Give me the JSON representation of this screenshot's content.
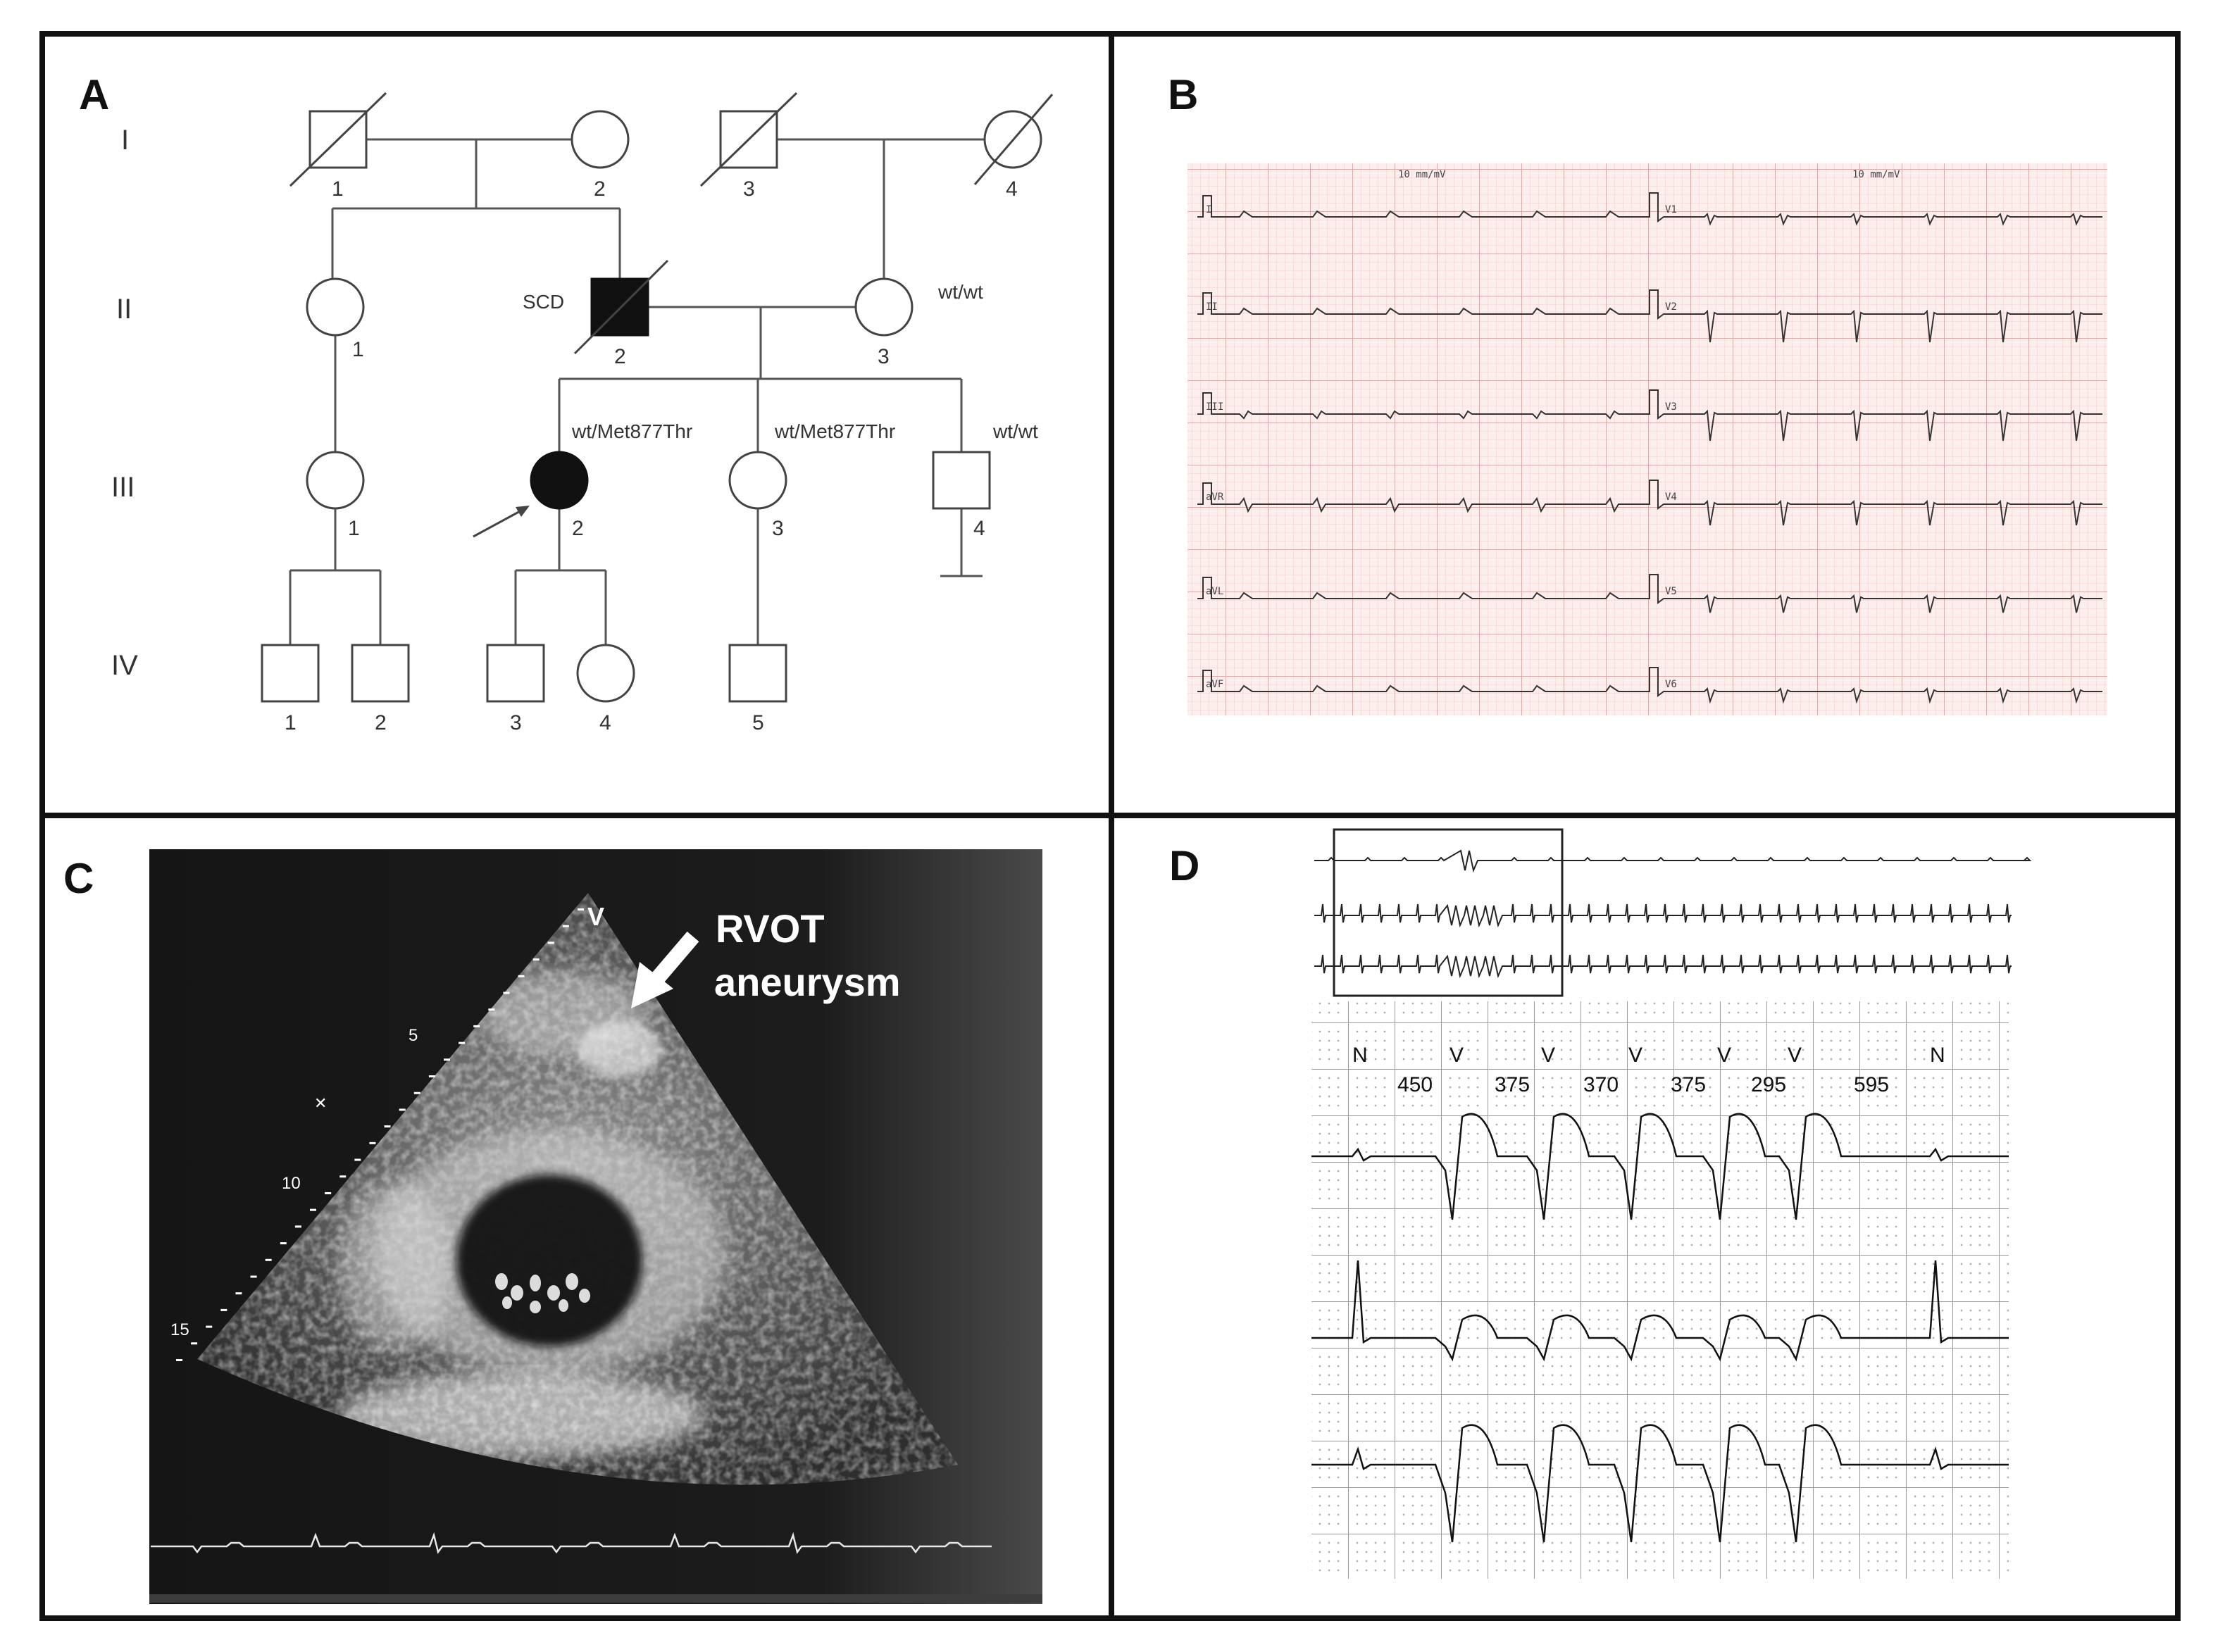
{
  "panels": {
    "a": "A",
    "b": "B",
    "c": "C",
    "d": "D"
  },
  "pedigree": {
    "generations": [
      "I",
      "II",
      "III",
      "IV"
    ],
    "individuals": [
      {
        "id": "I-1",
        "sex": "male",
        "deceased": true,
        "affected": false,
        "number": "1"
      },
      {
        "id": "I-2",
        "sex": "female",
        "deceased": false,
        "affected": false,
        "number": "2"
      },
      {
        "id": "I-3",
        "sex": "male",
        "deceased": true,
        "affected": false,
        "number": "3"
      },
      {
        "id": "I-4",
        "sex": "female",
        "deceased": true,
        "affected": false,
        "number": "4"
      },
      {
        "id": "II-1",
        "sex": "female",
        "deceased": false,
        "affected": false,
        "number": "1"
      },
      {
        "id": "II-2",
        "sex": "male",
        "deceased": true,
        "affected": true,
        "number": "2",
        "label": "SCD"
      },
      {
        "id": "II-3",
        "sex": "female",
        "deceased": false,
        "affected": false,
        "number": "3",
        "genotype": "wt/wt"
      },
      {
        "id": "III-1",
        "sex": "female",
        "deceased": false,
        "affected": false,
        "number": "1"
      },
      {
        "id": "III-2",
        "sex": "female",
        "deceased": false,
        "affected": true,
        "proband": true,
        "number": "2",
        "genotype": "wt/Met877Thr"
      },
      {
        "id": "III-3",
        "sex": "female",
        "deceased": false,
        "affected": false,
        "number": "3",
        "genotype": "wt/Met877Thr"
      },
      {
        "id": "III-4",
        "sex": "male",
        "deceased": false,
        "affected": false,
        "number": "4",
        "genotype": "wt/wt",
        "no_offspring": true
      },
      {
        "id": "IV-1",
        "sex": "male",
        "deceased": false,
        "affected": false,
        "number": "1"
      },
      {
        "id": "IV-2",
        "sex": "male",
        "deceased": false,
        "affected": false,
        "number": "2"
      },
      {
        "id": "IV-3",
        "sex": "male",
        "deceased": false,
        "affected": false,
        "number": "3"
      },
      {
        "id": "IV-4",
        "sex": "female",
        "deceased": false,
        "affected": false,
        "number": "4"
      },
      {
        "id": "IV-5",
        "sex": "male",
        "deceased": false,
        "affected": false,
        "number": "5"
      }
    ]
  },
  "ecg12": {
    "gain_left": "10 mm/mV",
    "gain_right": "10 mm/mV",
    "leads_left": [
      "I",
      "II",
      "III",
      "aVR",
      "aVL",
      "aVF"
    ],
    "leads_right": [
      "V1",
      "V2",
      "V3",
      "V4",
      "V5",
      "V6"
    ],
    "grid_color": "#f4b8b8",
    "bg_color": "#fdeeee"
  },
  "echo": {
    "annotation_line1": "RVOT",
    "annotation_line2": "aneurysm",
    "probe_marker": "V",
    "depth_marks": [
      "5",
      "10",
      "15"
    ]
  },
  "holter": {
    "beats": [
      "N",
      "V",
      "V",
      "V",
      "V",
      "V",
      "N"
    ],
    "intervals": [
      "450",
      "375",
      "370",
      "375",
      "295",
      "595"
    ]
  }
}
